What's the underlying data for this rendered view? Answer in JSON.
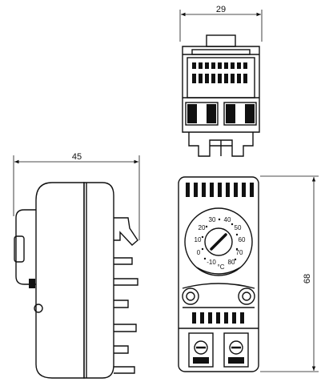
{
  "dimensions": {
    "top_width": "29",
    "side_width": "45",
    "front_height": "68"
  },
  "dial": {
    "labels": [
      "-10",
      "0",
      "10",
      "20",
      "30",
      "40",
      "50",
      "60",
      "70",
      "80"
    ],
    "unit": "°C"
  }
}
